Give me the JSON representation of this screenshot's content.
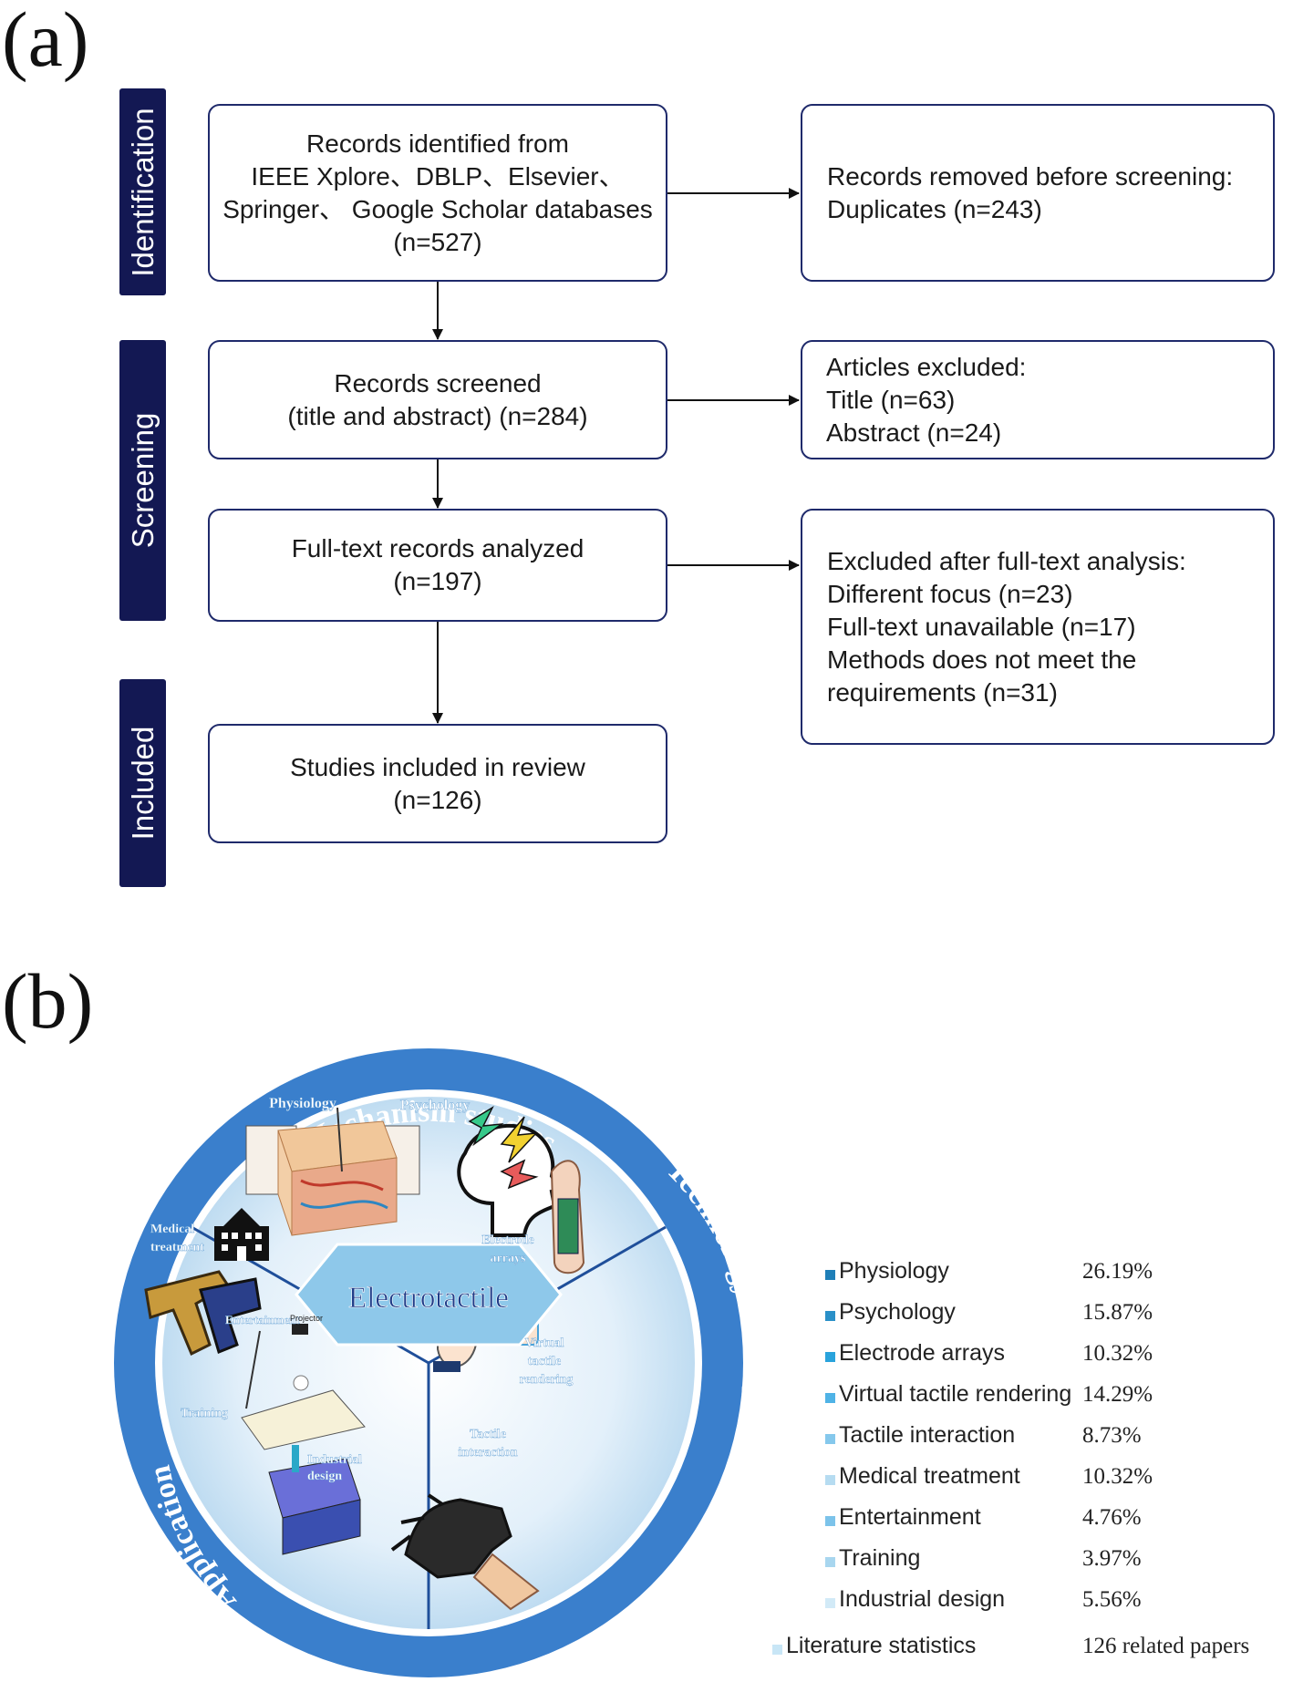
{
  "panel_a": {
    "label": "(a)",
    "stages": [
      "Identification",
      "Screening",
      "Included"
    ],
    "identified": [
      "Records identified from",
      "IEEE Xplore、DBLP、Elsevier、",
      "Springer、 Google Scholar databases",
      "(n=527)"
    ],
    "removed": [
      "Records removed before screening:",
      "Duplicates (n=243)"
    ],
    "screened": [
      "Records screened",
      "(title and abstract) (n=284)"
    ],
    "excluded_articles": [
      "Articles excluded:",
      "Title (n=63)",
      "Abstract (n=24)"
    ],
    "fulltext": [
      "Full-text records analyzed",
      "(n=197)"
    ],
    "excluded_fulltext": [
      "Excluded after full-text analysis:",
      "Different focus (n=23)",
      "Full-text unavailable (n=17)",
      "Methods does not meet the",
      "requirements  (n=31)"
    ],
    "included": [
      "Studies included in review",
      "(n=126)"
    ]
  },
  "panel_b": {
    "label": "(b)",
    "center": "Electrotactile",
    "ring_labels": [
      "Mechanism studies",
      "Technology and equipment",
      "Application"
    ],
    "sector_labels": {
      "physiology": "Physiology",
      "psychology": "Psychology",
      "electrode_arrays": [
        "Electrode",
        "arrays"
      ],
      "virtual_tactile": [
        "Virtual",
        "tactile",
        "rendering"
      ],
      "tactile_interaction": [
        "Tactile",
        "interaction"
      ],
      "medical": [
        "Medical",
        "treatment"
      ],
      "entertainment": "Entertainment",
      "training": "Training",
      "industrial": [
        "Industrial",
        "design"
      ],
      "projector": "Projector"
    },
    "colors": {
      "ring": "#3a7fcc",
      "inner_edge": "#bfdcf1",
      "inner_center": "#ffffff",
      "divider": "#1f4f9a",
      "hex": "#8ec8ea",
      "center_text": "#1f3c88"
    },
    "legend": [
      {
        "name": "Physiology",
        "value": "26.19%",
        "color": "#1f7fb8"
      },
      {
        "name": "Psychology",
        "value": "15.87%",
        "color": "#2a90c8"
      },
      {
        "name": "Electrode arrays",
        "value": "10.32%",
        "color": "#29a3dc"
      },
      {
        "name": "Virtual tactile rendering",
        "value": "14.29%",
        "color": "#4fb3e6"
      },
      {
        "name": "Tactile interaction",
        "value": "8.73%",
        "color": "#85c8ec"
      },
      {
        "name": "Medical treatment",
        "value": "10.32%",
        "color": "#b6dcf1"
      },
      {
        "name": "Entertainment",
        "value": "4.76%",
        "color": "#7cc3ea"
      },
      {
        "name": "Training",
        "value": "3.97%",
        "color": "#a8d6ef"
      },
      {
        "name": "Industrial design",
        "value": "5.56%",
        "color": "#d2eaf7"
      },
      {
        "name": "Literature statistics",
        "value": "126 related papers",
        "color": "#c8e6f6"
      }
    ]
  }
}
